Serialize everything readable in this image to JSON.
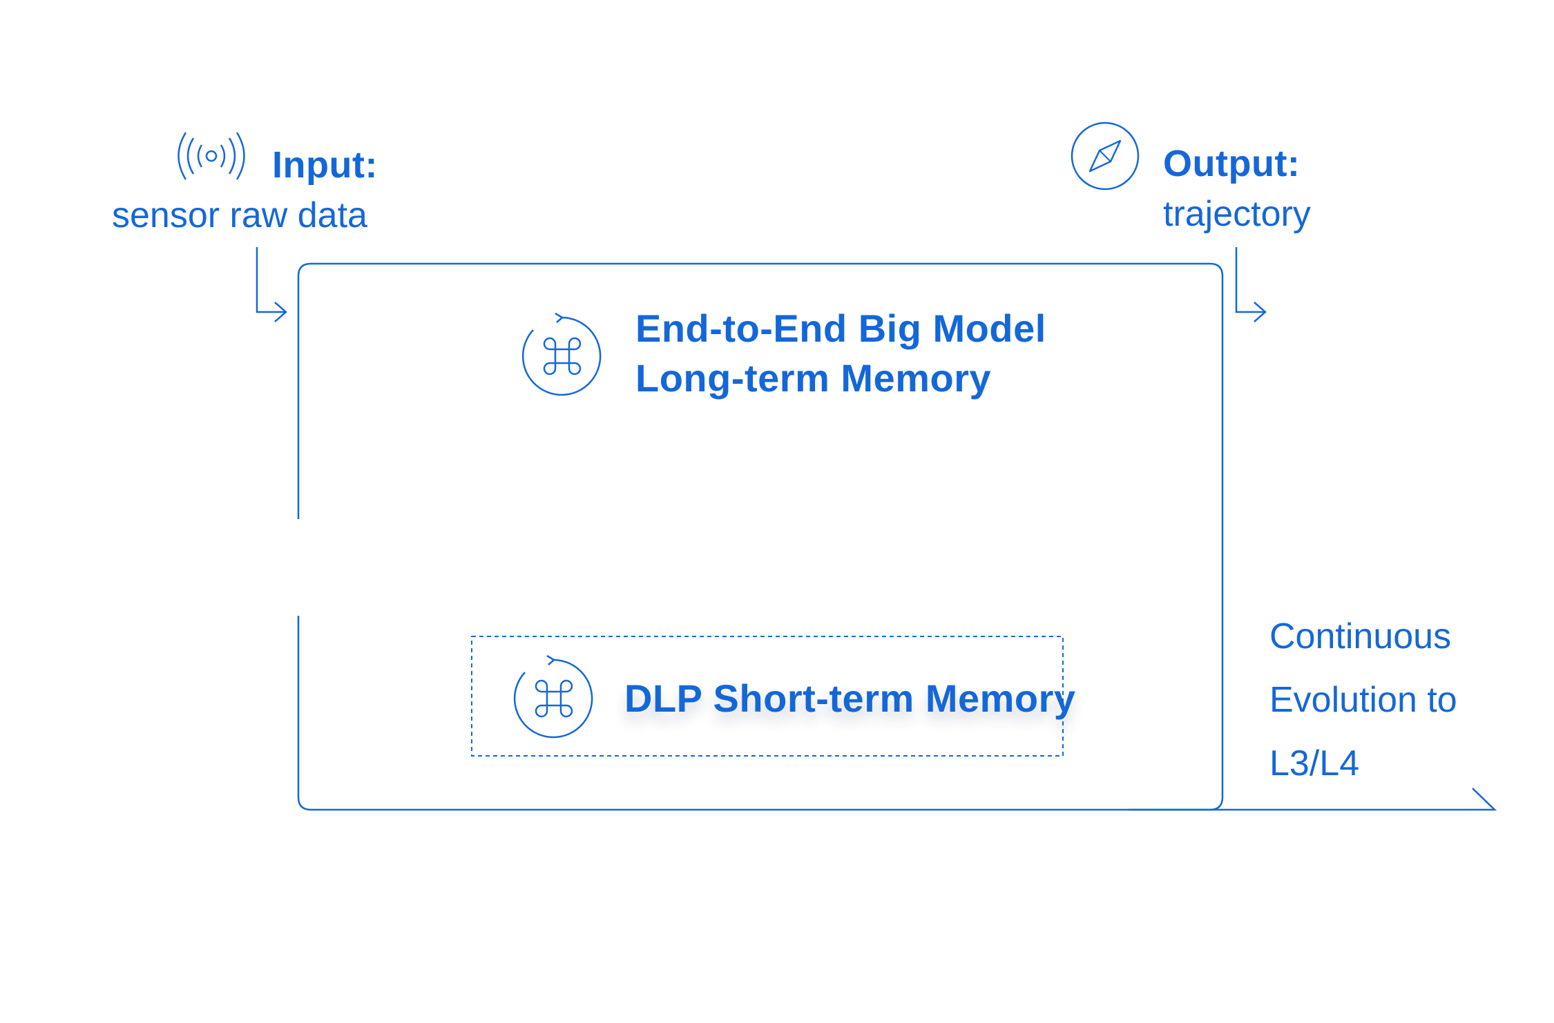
{
  "input": {
    "heading": "Input:",
    "subtitle": "sensor raw data",
    "icon": "signal-broadcast-icon"
  },
  "output": {
    "heading": "Output:",
    "subtitle": "trajectory",
    "icon": "compass-icon"
  },
  "model": {
    "line1": "End-to-End Big Model",
    "line2": "Long-term Memory",
    "icon": "command-cycle-icon"
  },
  "short_term": {
    "label": "DLP Short-term Memory",
    "icon": "command-cycle-icon"
  },
  "evolution": {
    "line1": "Continuous",
    "line2": "Evolution to",
    "line3": "L3/L4"
  },
  "colors": {
    "accent": "#1467d9",
    "background": "#ffffff"
  }
}
